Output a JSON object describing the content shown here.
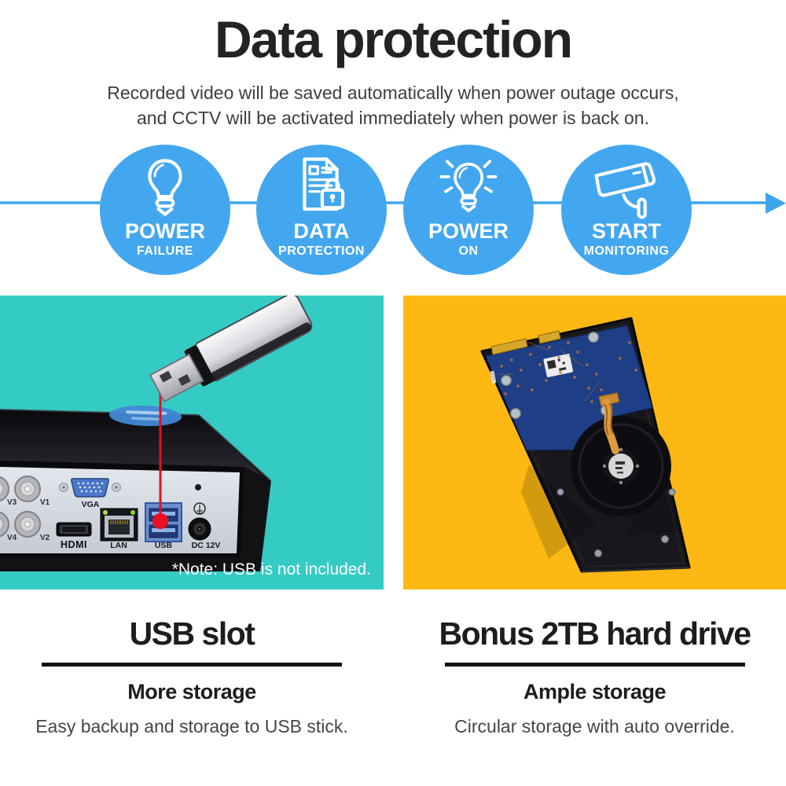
{
  "header": {
    "title": "Data protection",
    "subtitle_line1": "Recorded video will be saved automatically when power outage occurs,",
    "subtitle_line2": "and CCTV will be activated immediately when power is back on."
  },
  "process": {
    "steps": [
      {
        "icon": "light-bulb-icon",
        "line1": "POWER",
        "line2": "FAILURE"
      },
      {
        "icon": "document-lock-icon",
        "line1": "DATA",
        "line2": "PROTECTION"
      },
      {
        "icon": "light-bulb-glow-icon",
        "line1": "POWER",
        "line2": "ON"
      },
      {
        "icon": "cctv-camera-icon",
        "line1": "START",
        "line2": "MONITORING"
      }
    ]
  },
  "left_panel": {
    "note": "*Note: USB is not included.",
    "dvr_labels": {
      "v3": "V3",
      "v1": "V1",
      "v4": "V4",
      "v2": "V2",
      "vga": "VGA",
      "hdmi": "HDMI",
      "lan": "LAN",
      "usb": "USB",
      "dc": "DC 12V"
    }
  },
  "features": {
    "left": {
      "title": "USB slot",
      "subtitle": "More storage",
      "description": "Easy backup and storage to USB stick."
    },
    "right": {
      "title": "Bonus 2TB hard drive",
      "subtitle": "Ample storage",
      "description": "Circular storage with auto override."
    }
  },
  "colors": {
    "circle_blue": "#43a7f0",
    "arrow_blue": "#3fa5ec",
    "panel_teal": "#35cbc5",
    "panel_yellow": "#fdb813",
    "pointer_red": "#e8101f"
  }
}
